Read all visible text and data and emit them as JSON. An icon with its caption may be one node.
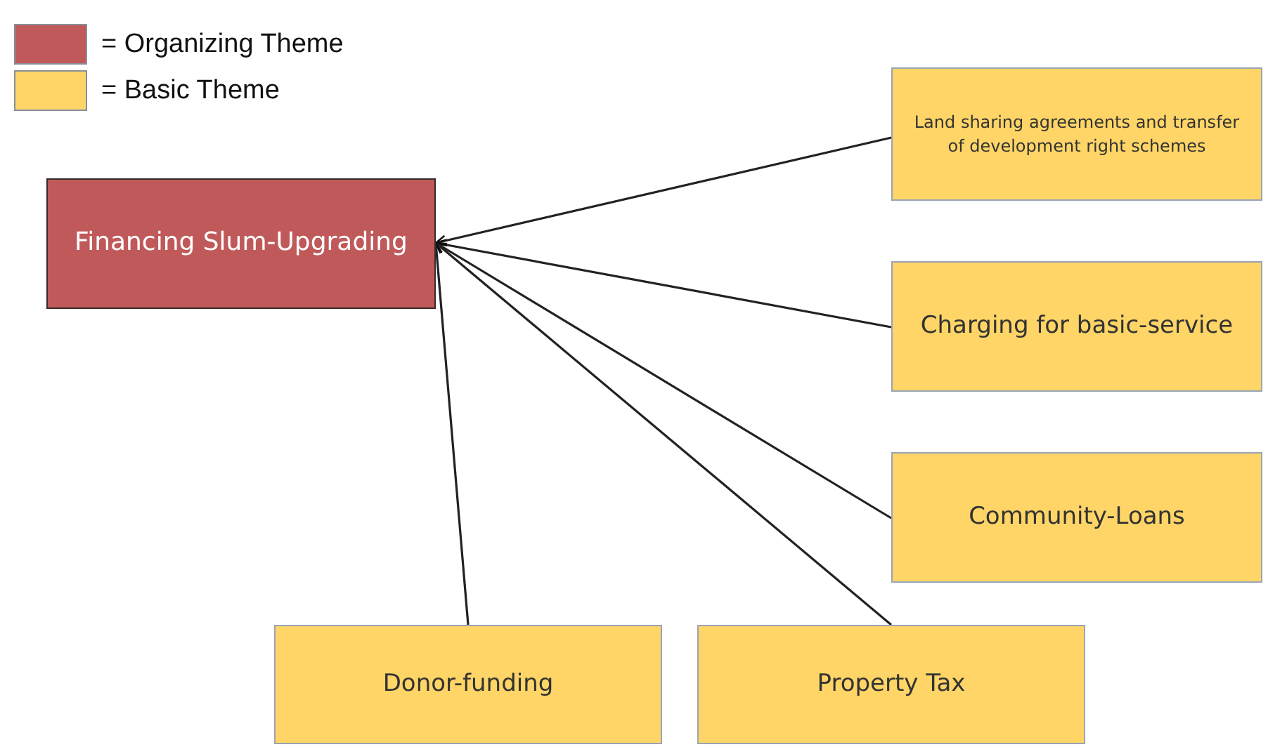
{
  "diagram": {
    "nodes": [
      {
        "text": [
          "Financing Slum-Upgrading"
        ]
      },
      {
        "text": [
          "Land sharing agreements and transfer of development right schemes"
        ]
      },
      {
        "text": [
          "Charging for basic-service"
        ]
      },
      {
        "text": [
          "Community-Loans"
        ]
      },
      {
        "text": [
          "Donor-funding"
        ]
      },
      {
        "text": [
          "Property Tax"
        ]
      }
    ],
    "edges": [
      {
        "from": 1,
        "to": 0,
        "arrow": "to"
      },
      {
        "from": 2,
        "to": 0,
        "arrow": "to"
      },
      {
        "from": 3,
        "to": 0,
        "arrow": "to"
      },
      {
        "from": 4,
        "to": 0,
        "arrow": "to"
      },
      {
        "from": 5,
        "to": 0,
        "arrow": "to"
      }
    ],
    "legend": [
      {
        "text": "= Organizing Theme",
        "color": "#c0595a"
      },
      {
        "text": "= Basic Theme",
        "color": "#fed566"
      }
    ]
  }
}
